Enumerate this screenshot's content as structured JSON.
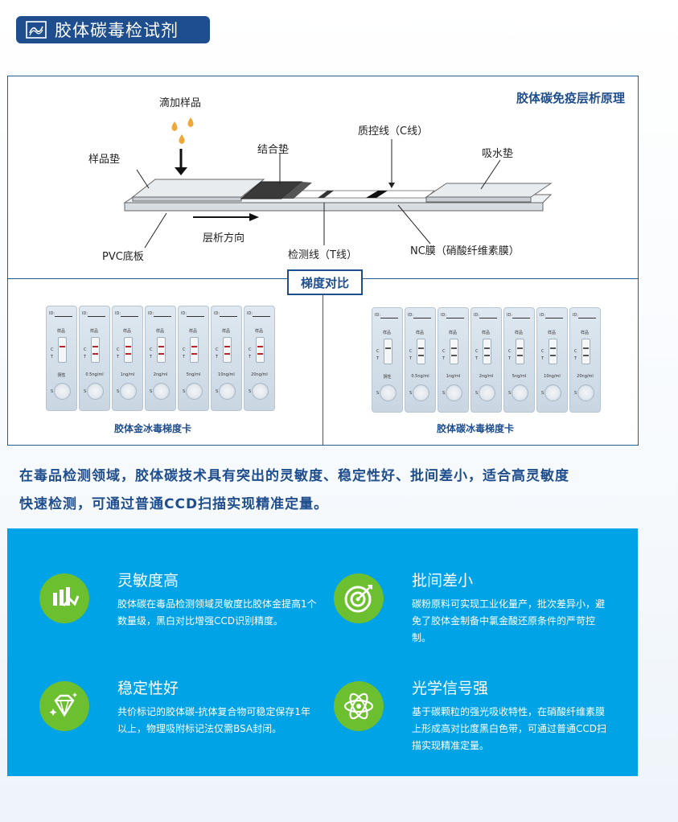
{
  "header": {
    "title": "胶体碳毒检试剂"
  },
  "diagram": {
    "title": "胶体碳免疫层析原理",
    "labels": {
      "drop_sample": "滴加样品",
      "sample_pad": "样品垫",
      "conjugate_pad": "结合垫",
      "control_line": "质控线（C线）",
      "absorbent_pad": "吸水垫",
      "flow_direction": "层析方向",
      "pvc_backing": "PVC底板",
      "test_line": "检测线（T线）",
      "nc_membrane": "NC膜（硝酸纤维素膜）"
    }
  },
  "comparison": {
    "label": "梯度对比",
    "card_id": "ID:",
    "card_sample": "样品",
    "c_mark": "C",
    "t_mark": "T",
    "s_mark": "S",
    "concentrations": [
      "阴性",
      "0.5ng/ml",
      "1ng/ml",
      "2ng/ml",
      "5ng/ml",
      "10ng/ml",
      "20ng/ml"
    ],
    "gold": {
      "caption": "胶体金冰毒梯度卡",
      "line_color": "#b3262e"
    },
    "carbon": {
      "caption": "胶体碳冰毒梯度卡",
      "line_color": "#555555"
    }
  },
  "description": {
    "line1": "在毒品检测领域，胶体碳技术具有突出的灵敏度、稳定性好、批间差小，适合高灵敏度",
    "line2": "快速检测，可通过普通CCD扫描实现精准定量。"
  },
  "features": [
    {
      "icon": "bar-chart-icon",
      "title": "灵敏度高",
      "desc": "胶体碳在毒品检测领域灵敏度比胶体金提高1个数量级，黑白对比增强CCD识别精度。"
    },
    {
      "icon": "target-icon",
      "title": "批间差小",
      "desc": "碳粉原料可实现工业化量产，批次差异小，避免了胶体金制备中氯金酸还原条件的严苛控制。"
    },
    {
      "icon": "diamond-icon",
      "title": "稳定性好",
      "desc": "共价标记的胶体碳-抗体复合物可稳定保存1年以上，物理吸附标记法仅需BSA封闭。"
    },
    {
      "icon": "atom-icon",
      "title": "光学信号强",
      "desc": "基于碳颗粒的强光吸收特性，在硝酸纤维素膜上形成高对比度黑白色带，可通过普通CCD扫描实现精准定量。"
    }
  ],
  "colors": {
    "brand": "#1f4e8e",
    "panel": "#00a3e6",
    "icon_bg": "#6cbf2e",
    "drop": "#f0a73a"
  }
}
